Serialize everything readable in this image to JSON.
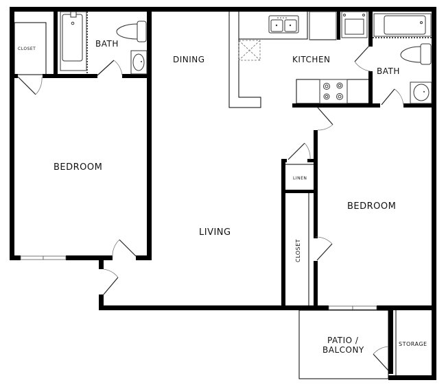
{
  "plan": {
    "rooms": {
      "closet_left": "CLOSET",
      "bath_left": "BATH",
      "dining": "DINING",
      "kitchen": "KITCHEN",
      "bath_right": "BATH",
      "bedroom_left": "BEDROOM",
      "living": "LIVING",
      "linen": "LINEN",
      "closet_right": "CLOSET",
      "bedroom_right": "BEDROOM",
      "patio_line1": "PATIO /",
      "patio_line2": "BALCONY",
      "storage": "STORAGE"
    },
    "colors": {
      "wall": "#000000",
      "background": "#ffffff",
      "fixture_line": "#333333"
    }
  }
}
